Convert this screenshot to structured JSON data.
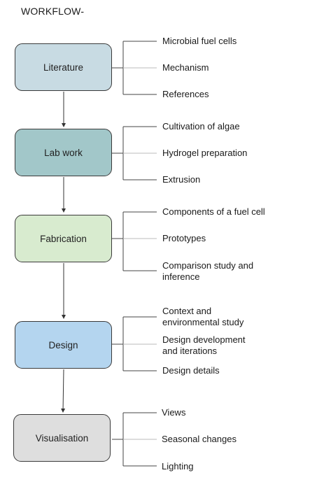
{
  "title": "WORKFLOW-",
  "stages": [
    {
      "label": "Literature",
      "color": "#c8dbe3",
      "items": [
        "Microbial fuel cells",
        "Mechanism",
        "References"
      ]
    },
    {
      "label": "Lab work",
      "color": "#a2c7c9",
      "items": [
        "Cultivation of algae",
        "Hydrogel preparation",
        "Extrusion"
      ]
    },
    {
      "label": "Fabrication",
      "color": "#d8ebcf",
      "items": [
        "Components of a fuel cell",
        "Prototypes",
        "Comparison study and\ninference"
      ]
    },
    {
      "label": "Design",
      "color": "#b4d5ef",
      "items": [
        "Context and\nenvironmental study",
        "Design development\nand iterations",
        "Design details"
      ]
    },
    {
      "label": "Visualisation",
      "color": "#dedede",
      "items": [
        "Views",
        "Seasonal changes",
        "Lighting"
      ]
    }
  ]
}
